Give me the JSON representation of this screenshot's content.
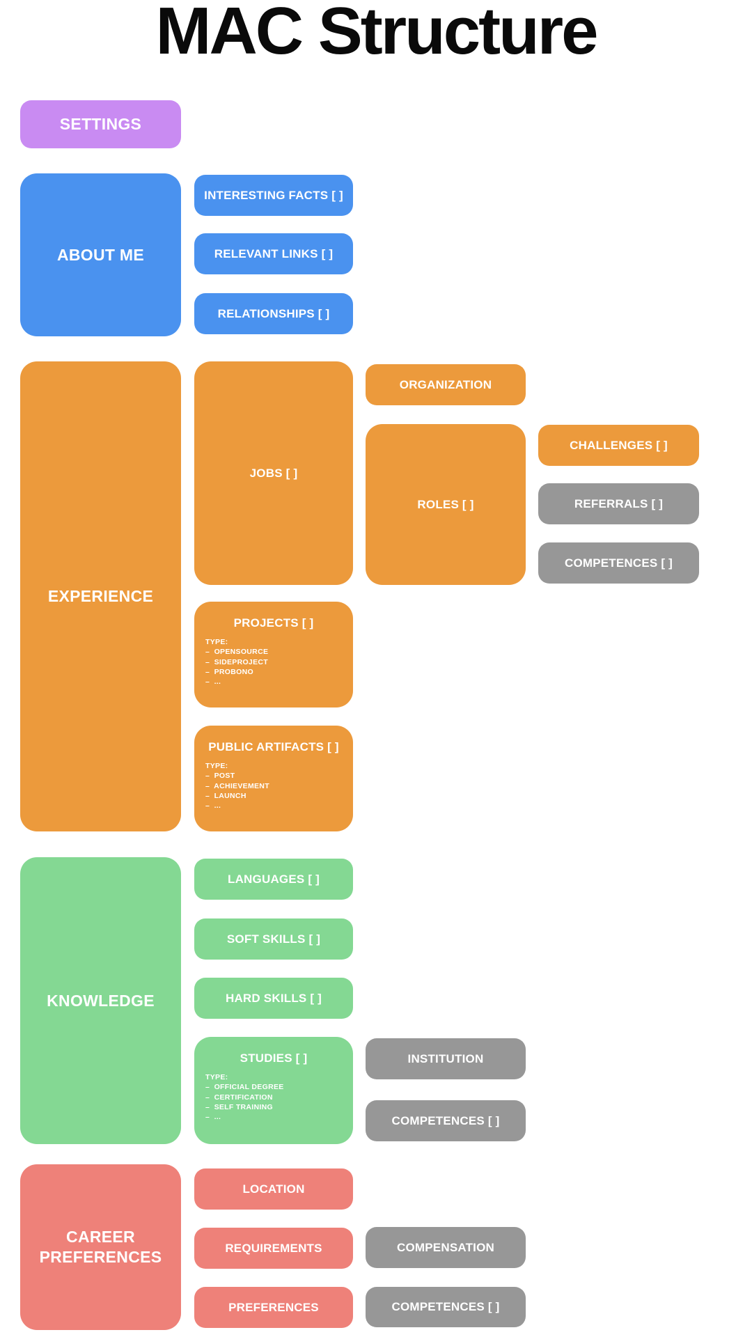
{
  "title": "MAC Structure",
  "colors": {
    "purple": "#c98bf2",
    "blue": "#4a92ef",
    "orange": "#ec9a3c",
    "green": "#84d893",
    "red": "#ee8179",
    "gray": "#979797",
    "label": "#ffffff",
    "title": "#0a0a0a",
    "background": "#ffffff"
  },
  "diagram": {
    "settings": {
      "label": "SETTINGS"
    },
    "about_me": {
      "label": "ABOUT ME",
      "interesting_facts": {
        "label": "INTERESTING FACTS [ ]"
      },
      "relevant_links": {
        "label": "RELEVANT LINKS [ ]"
      },
      "relationships": {
        "label": "RELATIONSHIPS [ ]"
      }
    },
    "experience": {
      "label": "EXPERIENCE",
      "jobs": {
        "label": "JOBS [ ]",
        "organization": {
          "label": "ORGANIZATION"
        },
        "roles": {
          "label": "ROLES [ ]",
          "challenges": {
            "label": "CHALLENGES [ ]"
          },
          "referrals": {
            "label": "REFERRALS [ ]"
          },
          "competences": {
            "label": "COMPETENCES [ ]"
          }
        }
      },
      "projects": {
        "label": "PROJECTS [ ]",
        "type_heading": "TYPE:",
        "types": [
          "–  OPENSOURCE",
          "–  SIDEPROJECT",
          "–  PROBONO",
          "–  ..."
        ]
      },
      "public_artifacts": {
        "label": "PUBLIC ARTIFACTS [ ]",
        "type_heading": "TYPE:",
        "types": [
          "–  POST",
          "–  ACHIEVEMENT",
          "–  LAUNCH",
          "–  ..."
        ]
      }
    },
    "knowledge": {
      "label": "KNOWLEDGE",
      "languages": {
        "label": "LANGUAGES [ ]"
      },
      "soft_skills": {
        "label": "SOFT SKILLS [ ]"
      },
      "hard_skills": {
        "label": "HARD SKILLS [ ]"
      },
      "studies": {
        "label": "STUDIES [ ]",
        "type_heading": "TYPE:",
        "types": [
          "–  OFFICIAL DEGREE",
          "–  CERTIFICATION",
          "–  SELF TRAINING",
          "–  ..."
        ],
        "institution": {
          "label": "INSTITUTION"
        },
        "competences": {
          "label": "COMPETENCES [ ]"
        }
      }
    },
    "career_preferences": {
      "label": "CAREER PREFERENCES",
      "location": {
        "label": "LOCATION"
      },
      "requirements": {
        "label": "REQUIREMENTS",
        "compensation": {
          "label": "COMPENSATION"
        },
        "competences": {
          "label": "COMPETENCES [ ]"
        }
      },
      "preferences": {
        "label": "PREFERENCES"
      }
    }
  }
}
